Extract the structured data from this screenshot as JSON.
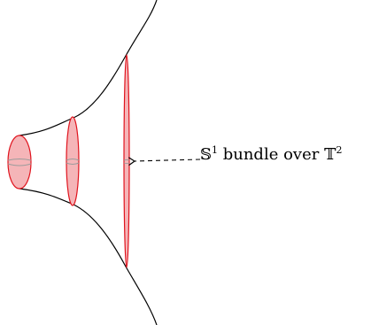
{
  "label": {
    "set": "𝕊",
    "set_power": "1",
    "middle": " bundle over ",
    "base": "𝕋",
    "base_power": "2"
  },
  "colors": {
    "fill": "#f5b5b8",
    "stroke": "#e0141e",
    "inner": "#9c9c9c",
    "line": "#000000"
  }
}
